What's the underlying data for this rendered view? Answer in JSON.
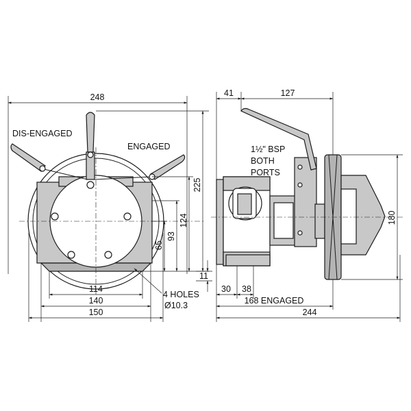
{
  "labels": {
    "dis_engaged": "DIS-ENGAGED",
    "engaged": "ENGAGED",
    "port_line1": "1½\" BSP",
    "port_line2": "BOTH",
    "port_line3": "PORTS",
    "holes_line1": "4 HOLES",
    "holes_line2": "Ø10.3"
  },
  "dimensions": {
    "overall_width_front": "248",
    "height_225": "225",
    "height_124": "124",
    "height_93": "93",
    "height_65": "65",
    "offset_11": "11",
    "base_114": "114",
    "base_140": "140",
    "base_150": "150",
    "side_41": "41",
    "side_127": "127",
    "side_30": "30",
    "side_38": "38",
    "side_168_engaged": "168 ENGAGED",
    "side_244": "244",
    "pulley_180": "180"
  },
  "colors": {
    "line": "#1a1a1a",
    "shade": "#c8c8c8"
  }
}
